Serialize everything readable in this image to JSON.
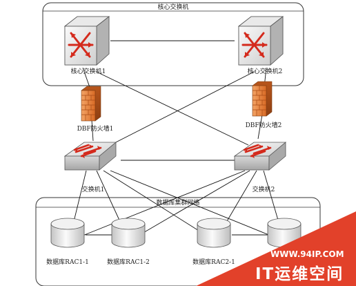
{
  "core_group": {
    "title": "核心交换机"
  },
  "core_switches": [
    {
      "label": "核心交换机1"
    },
    {
      "label": "核心交换机2"
    }
  ],
  "firewalls": [
    {
      "label": "DBF防火墙1"
    },
    {
      "label": "DBF防火墙2"
    }
  ],
  "access_switches": [
    {
      "label": "交换机1"
    },
    {
      "label": "交换机2"
    }
  ],
  "db_group": {
    "title": "数据库集群网络"
  },
  "databases": [
    {
      "label": "数据库RAC1-1"
    },
    {
      "label": "数据库RAC1-2"
    },
    {
      "label": "数据库RAC2-1"
    },
    {
      "label": ""
    }
  ],
  "watermark": {
    "url": "WWW.94IP.COM",
    "brand": "IT运维空间",
    "color": "#e2412a"
  },
  "colors": {
    "switch_arrow": "#d42a1c",
    "firewall_brick": "#e8853b"
  }
}
